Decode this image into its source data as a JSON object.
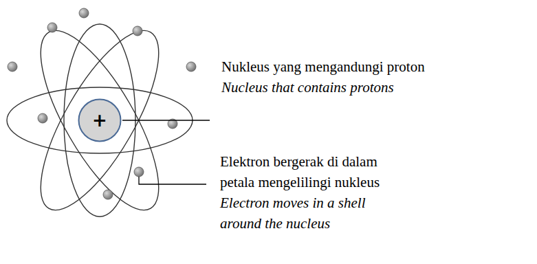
{
  "diagram": {
    "nodes": [
      {
        "text": [
          "+"
        ]
      }
    ],
    "labels": [
      "Nukleus yang mengandungi proton",
      "Nucleus that contains protons",
      "Elektron bergerak di dalam petala mengelilingi nukleus",
      "Electron moves in a shell around the nucleus"
    ]
  }
}
